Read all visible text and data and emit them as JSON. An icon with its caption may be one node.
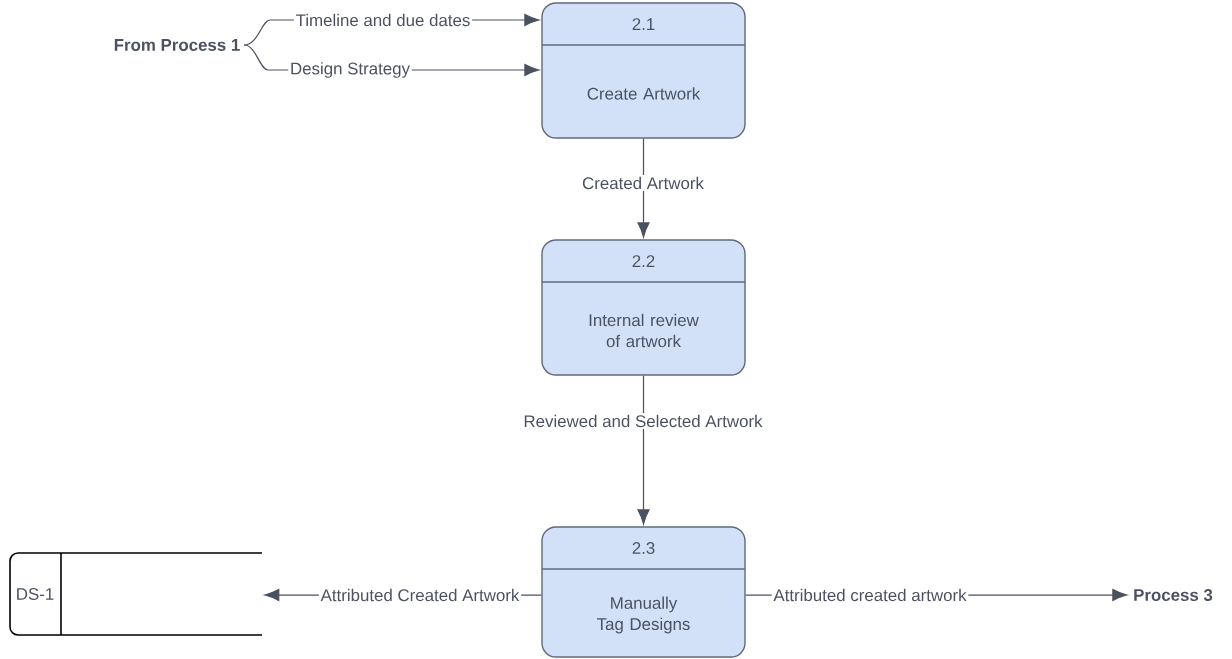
{
  "diagram": {
    "nodes": [
      {
        "text": [
          "From Process 1"
        ]
      },
      {
        "text": [
          "2.1",
          "Create Artwork"
        ]
      },
      {
        "text": [
          "2.2",
          "Internal review of artwork"
        ]
      },
      {
        "text": [
          "2.3",
          "Manually Tag Designs"
        ]
      },
      {
        "text": [
          "DS-1"
        ]
      },
      {
        "text": [
          "Process 3"
        ]
      }
    ],
    "edges": [
      {
        "from": 0,
        "to": 1,
        "label": "Timeline and due dates",
        "arrow": "to"
      },
      {
        "from": 0,
        "to": 1,
        "label": "Design Strategy",
        "arrow": "to"
      },
      {
        "from": 1,
        "to": 2,
        "label": "Created Artwork",
        "arrow": "to"
      },
      {
        "from": 2,
        "to": 3,
        "label": "Reviewed and Selected Artwork",
        "arrow": "to"
      },
      {
        "from": 3,
        "to": 4,
        "label": "Attributed Created Artwork",
        "arrow": "to"
      },
      {
        "from": 3,
        "to": 5,
        "label": "Attributed created artwork",
        "arrow": "to"
      }
    ]
  }
}
